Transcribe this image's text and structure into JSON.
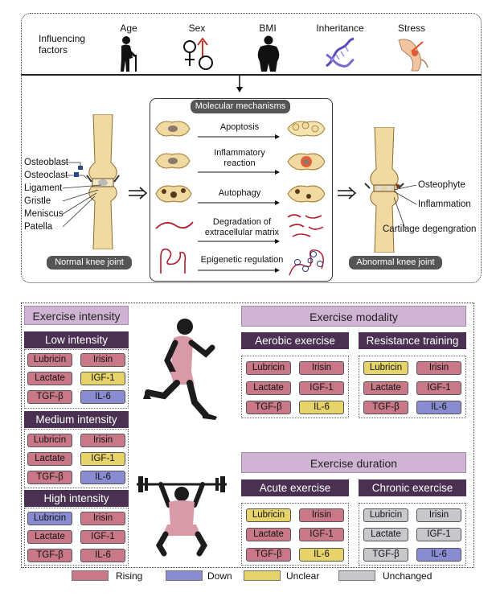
{
  "colors": {
    "rising": "#c97888",
    "down": "#8a8cd2",
    "unclear": "#e6d36a",
    "unchanged": "#c8c8cc",
    "header_light": "#cfb4d3",
    "header_dark": "#4a3152",
    "bone": "#f1d9a2"
  },
  "top": {
    "influencing_label": "Influencing factors",
    "factors": [
      {
        "label": "Age",
        "icon": "elderly-person-icon"
      },
      {
        "label": "Sex",
        "icon": "sex-symbols-icon"
      },
      {
        "label": "BMI",
        "icon": "obese-person-icon"
      },
      {
        "label": "Inheritance",
        "icon": "dna-helix-icon"
      },
      {
        "label": "Stress",
        "icon": "knee-stress-icon"
      }
    ],
    "mechanisms_title": "Molecular mechanisms",
    "mechanisms": [
      {
        "label": "Apoptosis"
      },
      {
        "label": "Inflammatory reaction"
      },
      {
        "label": "Autophagy"
      },
      {
        "label": "Degradation of extracellular matrix"
      },
      {
        "label": "Epigenetic regulation"
      }
    ],
    "normal_parts": [
      "Osteoblast",
      "Osteoclast",
      "Ligament",
      "Gristle",
      "Meniscus",
      "Patella"
    ],
    "abnormal_parts": [
      "Osteophyte",
      "Inflammation",
      "Cartilage degengration"
    ],
    "normal_label": "Normal knee joint",
    "abnormal_label": "Abnormal knee joint"
  },
  "intensity": {
    "title": "Exercise intensity",
    "groups": [
      {
        "label": "Low intensity",
        "tags": [
          {
            "text": "Lubricin",
            "s": "rising"
          },
          {
            "text": "Irisin",
            "s": "rising"
          },
          {
            "text": "Lactate",
            "s": "rising"
          },
          {
            "text": "IGF-1",
            "s": "unclear"
          },
          {
            "text": "TGF-β",
            "s": "rising"
          },
          {
            "text": "IL-6",
            "s": "down"
          }
        ]
      },
      {
        "label": "Medium intensity",
        "tags": [
          {
            "text": "Lubricin",
            "s": "rising"
          },
          {
            "text": "Irisin",
            "s": "rising"
          },
          {
            "text": "Lactate",
            "s": "rising"
          },
          {
            "text": "IGF-1",
            "s": "unclear"
          },
          {
            "text": "TGF-β",
            "s": "rising"
          },
          {
            "text": "IL-6",
            "s": "down"
          }
        ]
      },
      {
        "label": "High intensity",
        "tags": [
          {
            "text": "Lubricin",
            "s": "down"
          },
          {
            "text": "Irisin",
            "s": "rising"
          },
          {
            "text": "Lactate",
            "s": "rising"
          },
          {
            "text": "IGF-1",
            "s": "rising"
          },
          {
            "text": "TGF-β",
            "s": "rising"
          },
          {
            "text": "IL-6",
            "s": "rising"
          }
        ]
      }
    ]
  },
  "modality": {
    "title": "Exercise modality",
    "groups": [
      {
        "label": "Aerobic exercise",
        "tags": [
          {
            "text": "Lubricin",
            "s": "rising"
          },
          {
            "text": "Irisin",
            "s": "rising"
          },
          {
            "text": "Lactate",
            "s": "rising"
          },
          {
            "text": "IGF-1",
            "s": "rising"
          },
          {
            "text": "TGF-β",
            "s": "rising"
          },
          {
            "text": "IL-6",
            "s": "unclear"
          }
        ]
      },
      {
        "label": "Resistance training",
        "tags": [
          {
            "text": "Lubricin",
            "s": "unclear"
          },
          {
            "text": "Irisin",
            "s": "rising"
          },
          {
            "text": "Lactate",
            "s": "rising"
          },
          {
            "text": "IGF-1",
            "s": "rising"
          },
          {
            "text": "TGF-β",
            "s": "rising"
          },
          {
            "text": "IL-6",
            "s": "down"
          }
        ]
      }
    ]
  },
  "duration": {
    "title": "Exercise duration",
    "groups": [
      {
        "label": "Acute exercise",
        "tags": [
          {
            "text": "Lubricin",
            "s": "unclear"
          },
          {
            "text": "Irisin",
            "s": "rising"
          },
          {
            "text": "Lactate",
            "s": "rising"
          },
          {
            "text": "IGF-1",
            "s": "rising"
          },
          {
            "text": "TGF-β",
            "s": "rising"
          },
          {
            "text": "IL-6",
            "s": "unclear"
          }
        ]
      },
      {
        "label": "Chronic exercise",
        "tags": [
          {
            "text": "Lubricin",
            "s": "unchanged"
          },
          {
            "text": "Irisin",
            "s": "unchanged"
          },
          {
            "text": "Lactate",
            "s": "unchanged"
          },
          {
            "text": "IGF-1",
            "s": "unchanged"
          },
          {
            "text": "TGF-β",
            "s": "unchanged"
          },
          {
            "text": "IL-6",
            "s": "down"
          }
        ]
      }
    ]
  },
  "legend": [
    {
      "label": "Rising",
      "s": "rising"
    },
    {
      "label": "Down",
      "s": "down"
    },
    {
      "label": "Unclear",
      "s": "unclear"
    },
    {
      "label": "Unchanged",
      "s": "unchanged"
    }
  ]
}
